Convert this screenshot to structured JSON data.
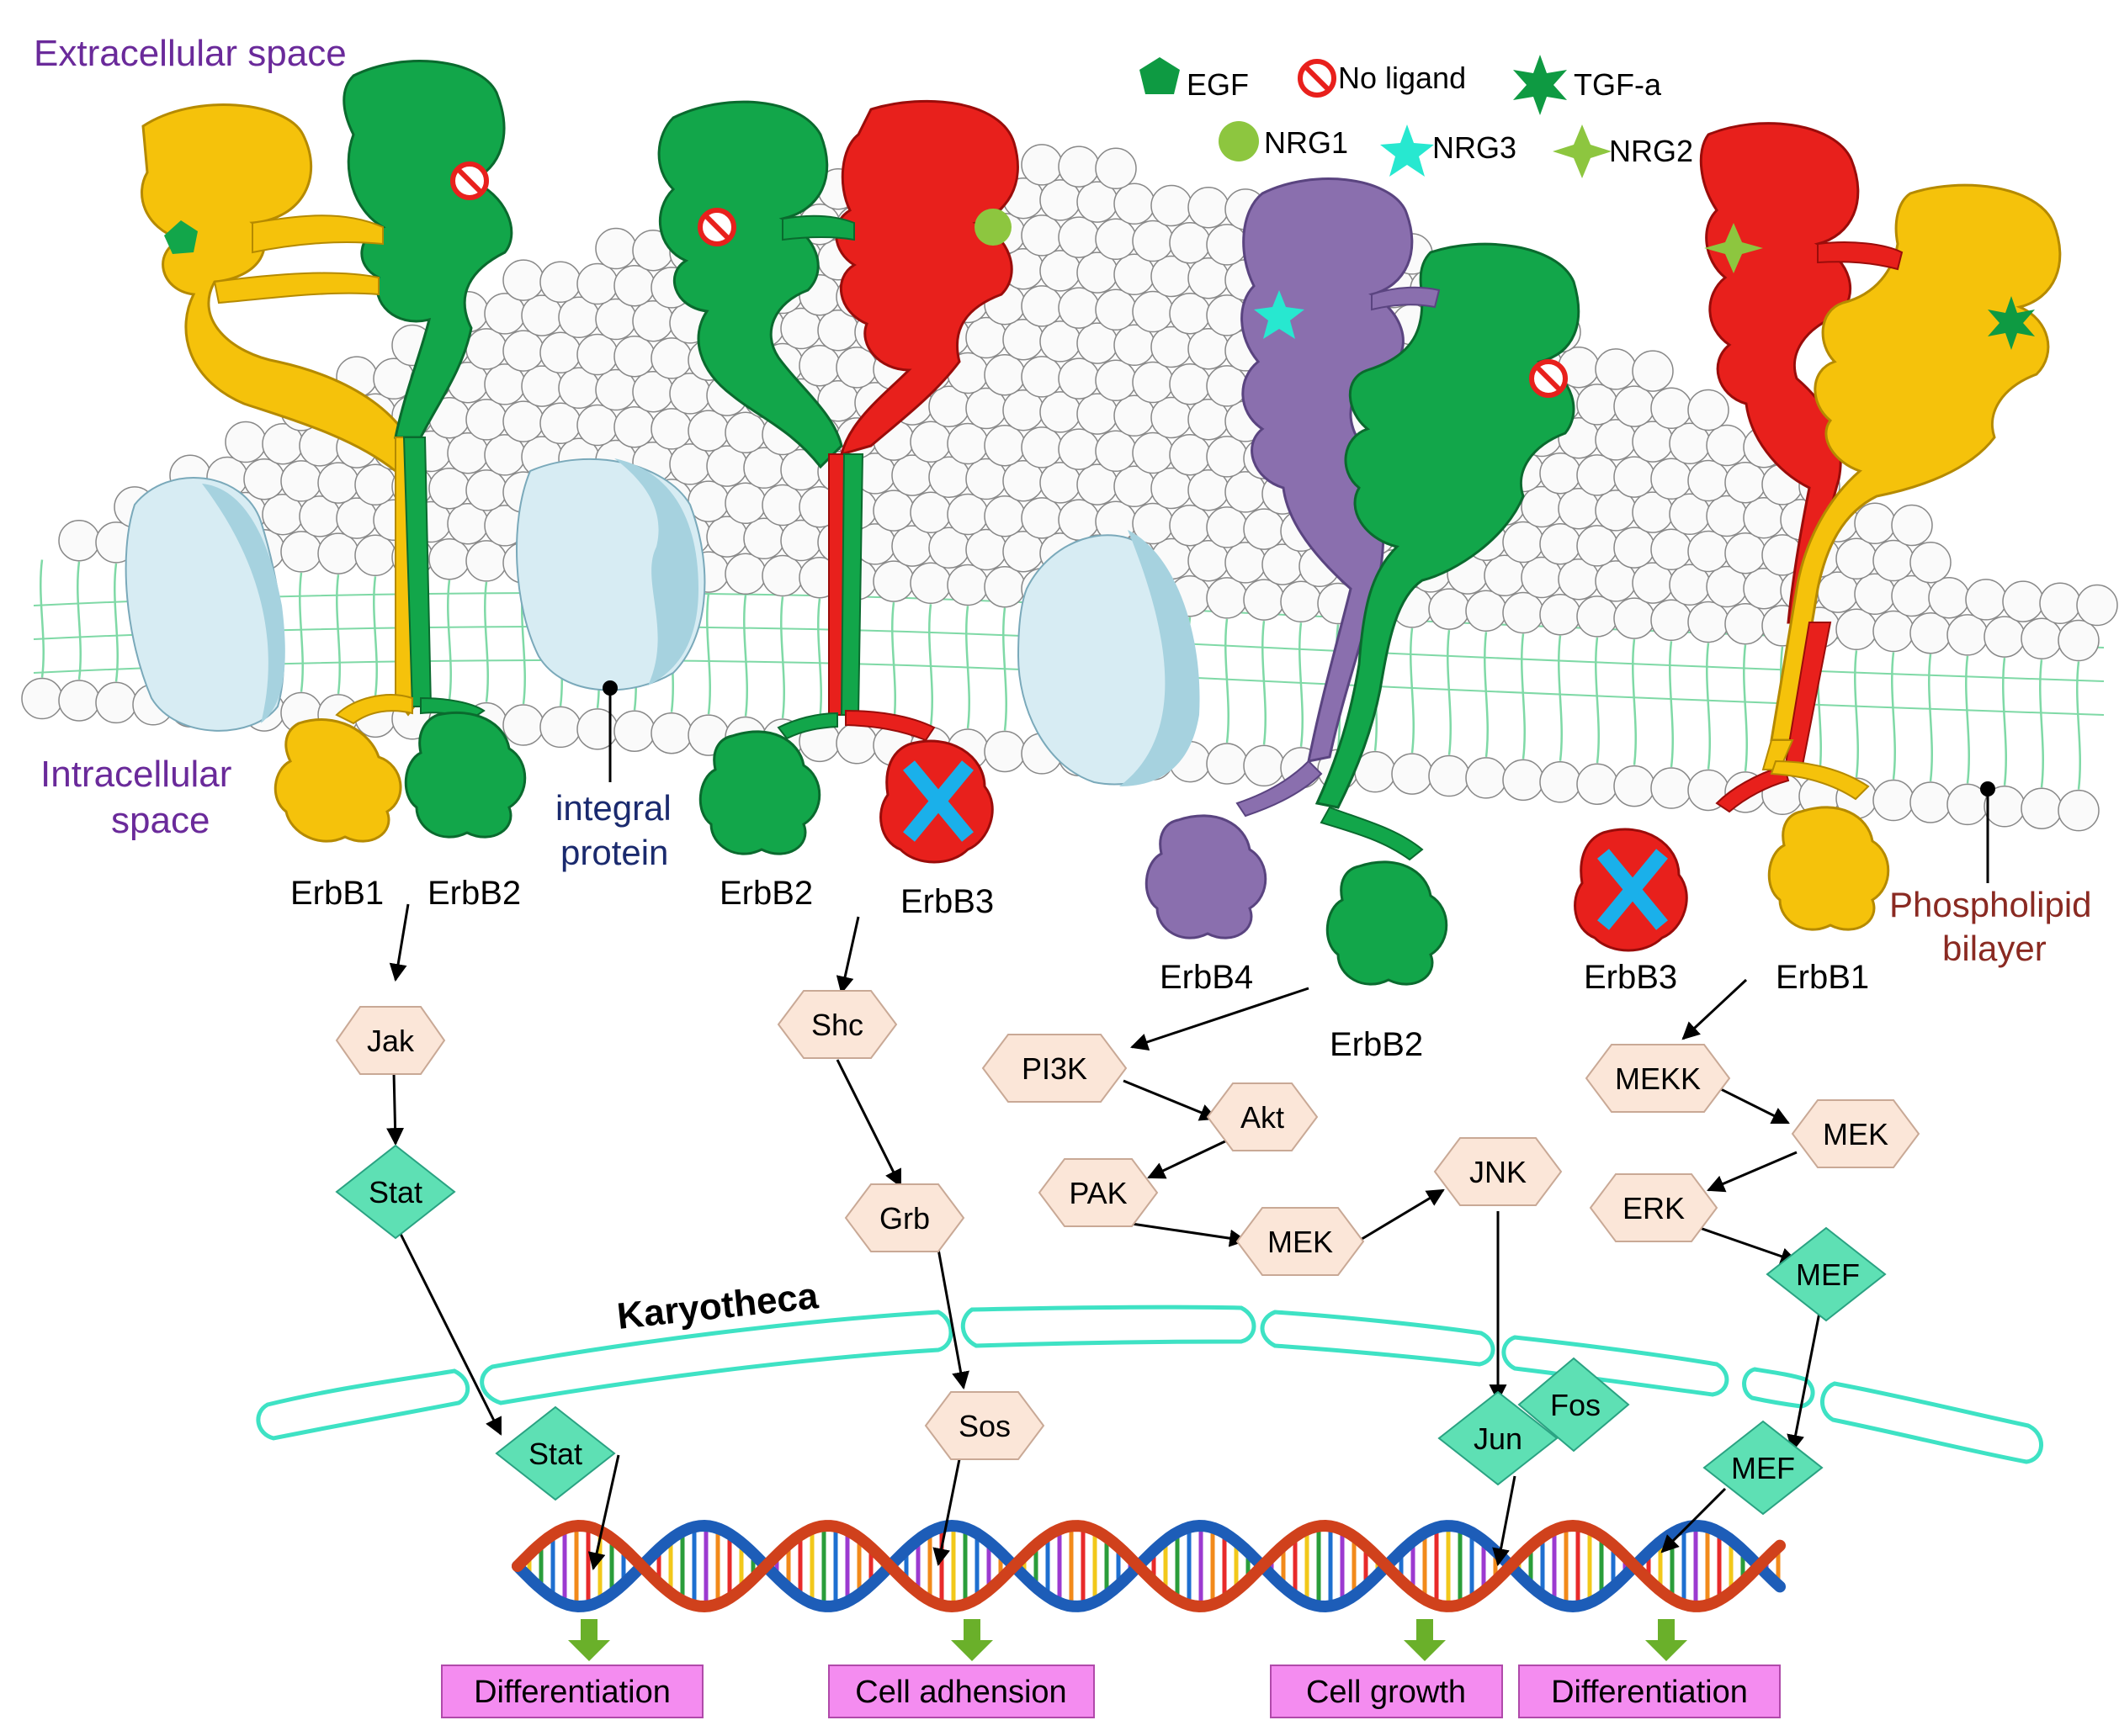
{
  "regions": {
    "extracellular": "Extracellular space",
    "intracellular_line1": "Intracellular",
    "intracellular_line2": "space",
    "integral_line1": "integral",
    "integral_line2": "protein",
    "phospholipid_line1": "Phospholipid",
    "phospholipid_line2": "bilayer",
    "karyotheca": "Karyotheca"
  },
  "legend": [
    {
      "key": "egf",
      "label": "EGF"
    },
    {
      "key": "noligand",
      "label": "No ligand"
    },
    {
      "key": "tgfa",
      "label": "TGF-a"
    },
    {
      "key": "nrg1",
      "label": "NRG1"
    },
    {
      "key": "nrg3",
      "label": "NRG3"
    },
    {
      "key": "nrg2",
      "label": "NRG2"
    }
  ],
  "receptors": [
    {
      "left": "ErbB1",
      "right": "ErbB2"
    },
    {
      "left": "ErbB2",
      "right": "ErbB3"
    },
    {
      "left": "ErbB4",
      "right": "ErbB2"
    },
    {
      "left": "ErbB3",
      "right": "ErbB1"
    }
  ],
  "pathways": {
    "p1": [
      "Jak",
      "Stat",
      "Stat"
    ],
    "p2": [
      "Shc",
      "Grb",
      "Sos"
    ],
    "p3": [
      "PI3K",
      "Akt",
      "PAK",
      "MEK",
      "JNK",
      "Jun",
      "Fos"
    ],
    "p4": [
      "MEKK",
      "MEK",
      "ERK",
      "MEF",
      "MEF"
    ]
  },
  "outcomes": [
    "Differentiation",
    "Cell adhension",
    "Cell growth",
    "Differentiation"
  ],
  "colors": {
    "erbb1": "#f5c20b",
    "erbb2": "#12a64a",
    "erbb3": "#e8201c",
    "erbb4": "#8a6fae",
    "hexagon": "#fbe6d8",
    "diamond": "#5ee0b4",
    "outcome": "#f48cf0",
    "karyotheca": "#3ee2c4",
    "region_text": "#6a2a9a",
    "integral_text": "#1a2a6e",
    "phospholipid_text": "#8a2a22"
  }
}
